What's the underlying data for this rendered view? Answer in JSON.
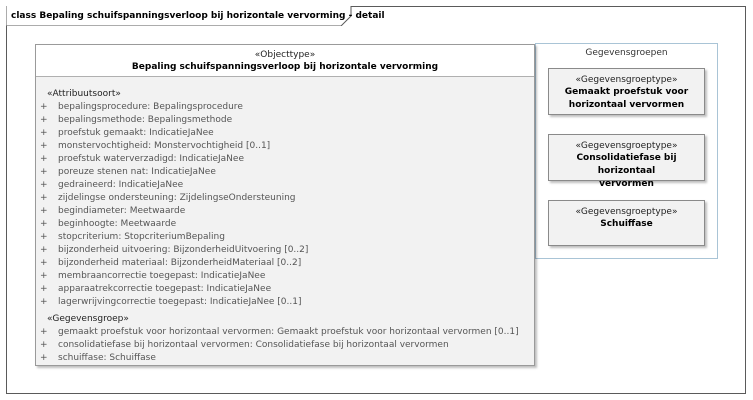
{
  "frame": {
    "title": "class Bepaling schuifspanningsverloop bij horizontale vervorming - detail"
  },
  "main_class": {
    "stereotype": "«Objecttype»",
    "name": "Bepaling schuifspanningsverloop bij horizontale vervorming",
    "attribute_section_title": "«Attribuutsoort»",
    "attributes": [
      "bepalingsprocedure: Bepalingsprocedure",
      "bepalingsmethode: Bepalingsmethode",
      "proefstuk gemaakt: IndicatieJaNee",
      "monstervochtigheid: Monstervochtigheid [0..1]",
      "proefstuk waterverzadigd: IndicatieJaNee",
      "poreuze stenen nat: IndicatieJaNee",
      "gedraineerd: IndicatieJaNee",
      "zijdelingse ondersteuning: ZijdelingseOndersteuning",
      "begindiameter: Meetwaarde",
      "beginhoogte: Meetwaarde",
      "stopcriterium: StopcriteriumBepaling",
      "bijzonderheid uitvoering: BijzonderheidUitvoering [0..2]",
      "bijzonderheid materiaal: BijzonderheidMateriaal [0..2]",
      "membraancorrectie toegepast: IndicatieJaNee",
      "apparaatrekcorrectie toegepast: IndicatieJaNee",
      "lagerwrijvingcorrectie toegepast: IndicatieJaNee [0..1]"
    ],
    "group_section_title": "«Gegevensgroep»",
    "groups": [
      "gemaakt proefstuk voor horizontaal vervormen: Gemaakt proefstuk voor horizontaal vervormen [0..1]",
      "consolidatiefase bij horizontaal vervormen: Consolidatiefase bij horizontaal vervormen",
      "schuiffase: Schuiffase"
    ]
  },
  "group_panel": {
    "title": "Gegevensgroepen",
    "types": [
      {
        "stereotype": "«Gegevensgroeptype»",
        "name_lines": [
          "Gemaakt proefstuk voor",
          "horizontaal vervormen"
        ]
      },
      {
        "stereotype": "«Gegevensgroeptype»",
        "name_lines": [
          "Consolidatiefase bij horizontaal",
          "vervormen"
        ]
      },
      {
        "stereotype": "«Gegevensgroeptype»",
        "name_lines": [
          "Schuiffase"
        ]
      }
    ]
  },
  "plus_symbol": "+"
}
